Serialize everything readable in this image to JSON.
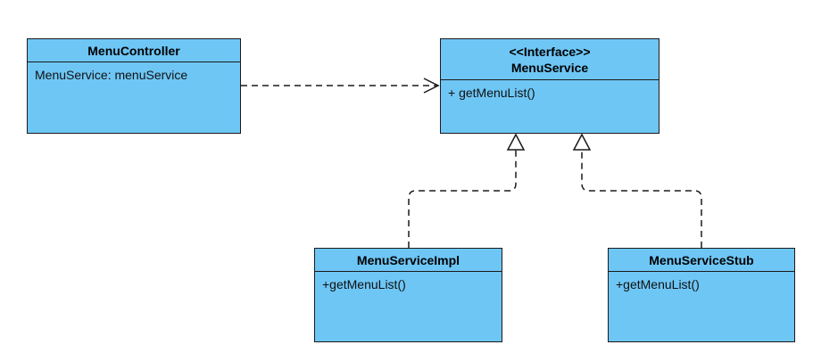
{
  "classes": {
    "controller": {
      "name": "MenuController",
      "members": [
        "MenuService: menuService"
      ]
    },
    "service": {
      "stereotype": "<<Interface>>",
      "name": "MenuService",
      "members": [
        "+ getMenuList()"
      ]
    },
    "impl": {
      "name": "MenuServiceImpl",
      "members": [
        "+getMenuList()"
      ]
    },
    "stub": {
      "name": "MenuServiceStub",
      "members": [
        "+getMenuList()"
      ]
    }
  },
  "relations": [
    {
      "from": "MenuController",
      "to": "MenuService",
      "type": "dependency"
    },
    {
      "from": "MenuServiceImpl",
      "to": "MenuService",
      "type": "realization"
    },
    {
      "from": "MenuServiceStub",
      "to": "MenuService",
      "type": "realization"
    }
  ],
  "colors": {
    "class_fill": "#6ec6f5",
    "border": "#1a1a1a",
    "background": "#ffffff"
  }
}
